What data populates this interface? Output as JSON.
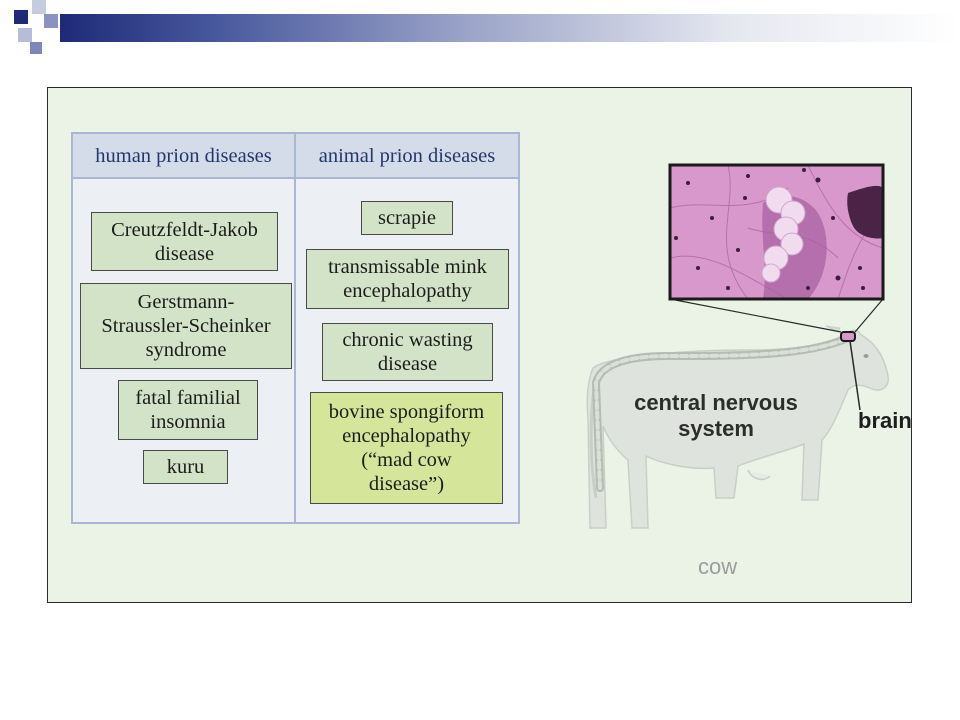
{
  "table": {
    "headers": {
      "human": "human prion diseases",
      "animal": "animal prion diseases"
    },
    "human_diseases": [
      "Creutzfeldt-Jakob\ndisease",
      "Gerstmann-\nStraussler-Scheinker\nsyndrome",
      "fatal familial\ninsomnia",
      "kuru"
    ],
    "animal_diseases": [
      "scrapie",
      "transmissable mink\nencephalopathy",
      "chronic wasting\ndisease",
      "bovine spongiform\nencephalopathy\n(“mad cow\ndisease”)"
    ]
  },
  "illustration": {
    "cns_label": "central nervous\nsystem",
    "brain_label": "brain",
    "cow_label": "cow"
  },
  "colors": {
    "banner_dark": "#1e2a78",
    "panel_bg": "#eaf3e6",
    "header_text": "#22376b",
    "box_fill": "#d3e3c8",
    "highlight_box_fill": "#d5e69a",
    "tissue": "#d898cc"
  }
}
